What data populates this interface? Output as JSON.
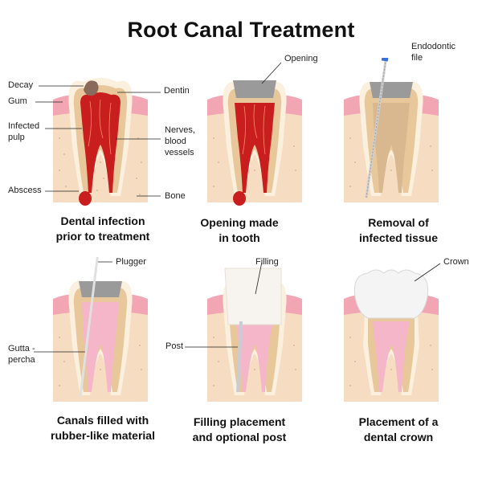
{
  "title": "Root Canal Treatment",
  "colors": {
    "gum": "#f2a6b4",
    "bone": "#f6dcc0",
    "enamel": "#fbf0dd",
    "dentin": "#e8c89a",
    "pulp_infected": "#c81e1e",
    "gutta_percha": "#f4b6c8",
    "filling": "#ffffff",
    "crown": "#f4f4f4",
    "temp_cap": "#9a9a9a"
  },
  "panels": [
    {
      "caption_line1": "Dental infection",
      "caption_line2": "prior to treatment",
      "labels": {
        "decay": "Decay",
        "gum": "Gum",
        "infected_pulp_1": "Infected",
        "infected_pulp_2": "pulp",
        "abscess": "Abscess",
        "dentin": "Dentin",
        "nerves_1": "Nerves,",
        "nerves_2": "blood",
        "nerves_3": "vessels",
        "bone": "Bone"
      }
    },
    {
      "caption_line1": "Opening made",
      "caption_line2": "in tooth",
      "labels": {
        "opening": "Opening"
      }
    },
    {
      "caption_line1": "Removal of",
      "caption_line2": "infected tissue",
      "labels": {
        "file_1": "Endodontic",
        "file_2": "file"
      }
    },
    {
      "caption_line1": "Canals filled with",
      "caption_line2": "rubber-like material",
      "labels": {
        "plugger": "Plugger",
        "gutta_1": "Gutta -",
        "gutta_2": "percha"
      }
    },
    {
      "caption_line1": "Filling placement",
      "caption_line2": "and optional post",
      "labels": {
        "filling": "Filling",
        "post": "Post"
      }
    },
    {
      "caption_line1": "Placement of a",
      "caption_line2": "dental crown",
      "labels": {
        "crown": "Crown"
      }
    }
  ]
}
